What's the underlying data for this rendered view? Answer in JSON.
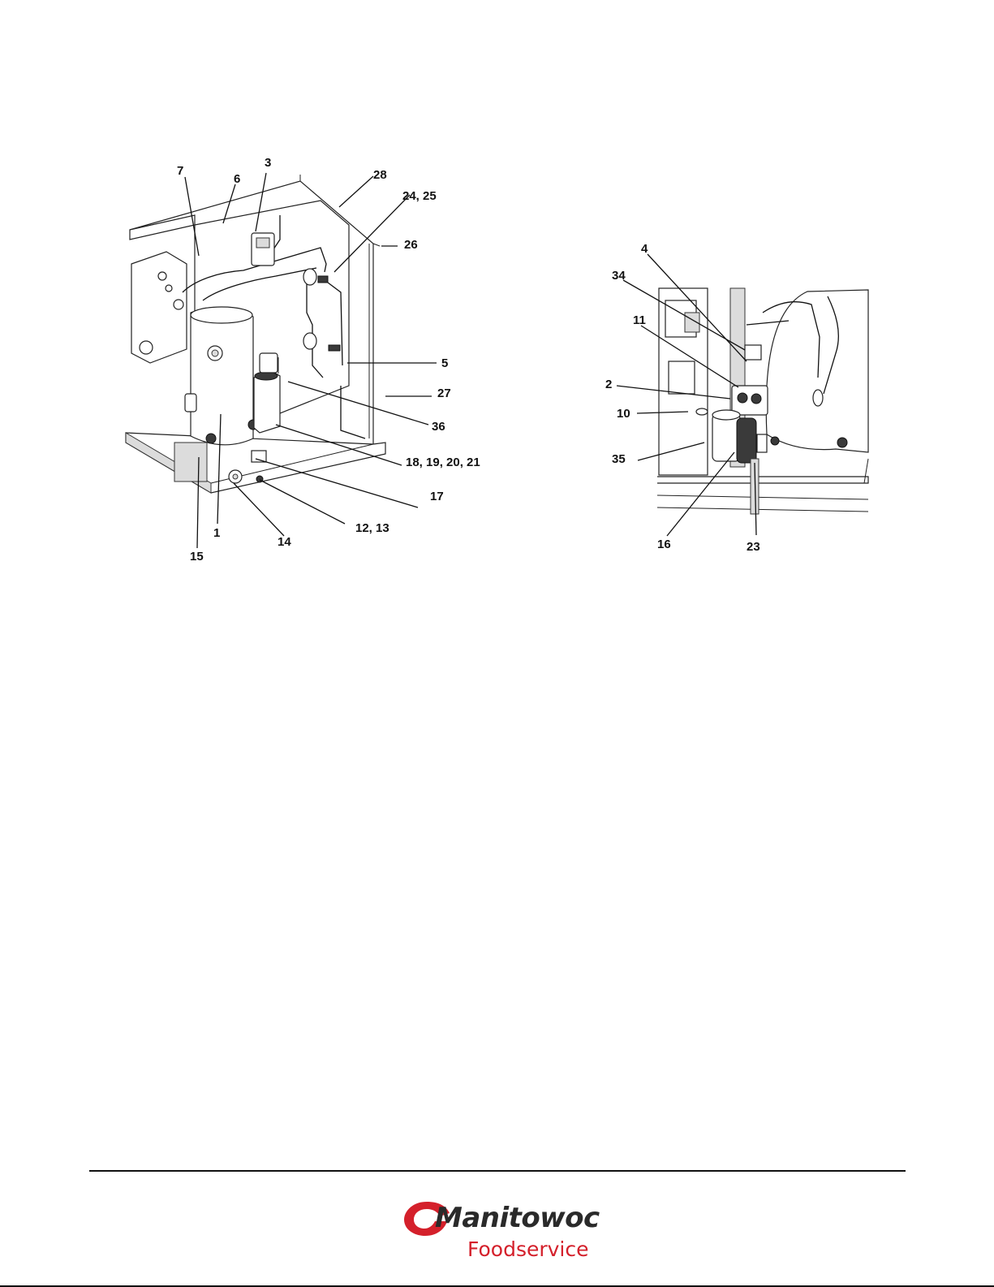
{
  "figure_left": {
    "callouts": [
      "7",
      "6",
      "3",
      "28",
      "24, 25",
      "26",
      "5",
      "27",
      "36",
      "18, 19, 20, 21",
      "17",
      "12, 13",
      "14",
      "1",
      "15"
    ]
  },
  "figure_right": {
    "callouts": [
      "4",
      "34",
      "11",
      "2",
      "10",
      "35",
      "16",
      "23"
    ]
  },
  "footer": {
    "brand": "Manitowoc",
    "brand_sub": "Foodservice",
    "brand_color": "#d4202b"
  }
}
